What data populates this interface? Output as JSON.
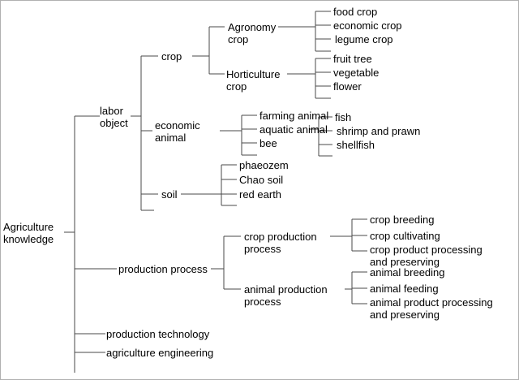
{
  "diagram": {
    "title": "Agriculture knowledge classification tree",
    "type": "tree",
    "line_color": "#4a4a4a",
    "text_color": "#000000",
    "background_color": "#ffffff",
    "border_color": "#b0b0b0",
    "root": {
      "label": "Agriculture\nknowledge"
    },
    "level1": [
      {
        "label": "labor\nobject"
      },
      {
        "label": "production process"
      },
      {
        "label": "production technology"
      },
      {
        "label": "agriculture engineering"
      }
    ],
    "level2": [
      {
        "label": "crop"
      },
      {
        "label": "economic\nanimal"
      },
      {
        "label": "soil"
      },
      {
        "label": "crop production\nprocess"
      },
      {
        "label": "animal production\nprocess"
      }
    ],
    "level3": [
      {
        "label": "Agronomy\ncrop"
      },
      {
        "label": "Horticulture\ncrop"
      },
      {
        "label": "farming animal"
      },
      {
        "label": "aquatic animal"
      },
      {
        "label": "bee"
      },
      {
        "label": "phaeozem"
      },
      {
        "label": "Chao soil"
      },
      {
        "label": "red earth"
      }
    ],
    "leaves": {
      "agronomy_crop": [
        "food crop",
        "economic crop",
        "legume crop"
      ],
      "horticulture_crop": [
        "fruit tree",
        "vegetable",
        "flower"
      ],
      "aquatic_animal": [
        "fish",
        "shrimp and prawn",
        "shellfish"
      ],
      "crop_production_process": [
        "crop breeding",
        "crop cultivating",
        "crop product processing\nand preserving"
      ],
      "animal_production_process": [
        "animal breeding",
        "animal feeding",
        "animal product processing\nand preserving"
      ]
    }
  }
}
